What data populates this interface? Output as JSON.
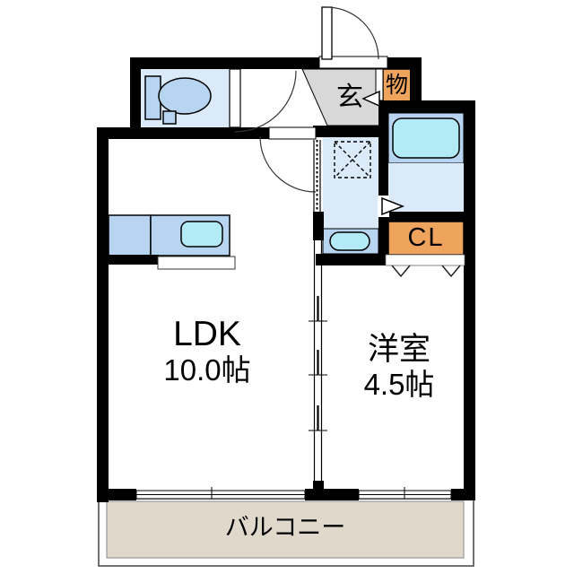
{
  "floorplan": {
    "rooms": {
      "ldk": {
        "label": "LDK",
        "size": "10.0帖"
      },
      "western_room": {
        "label": "洋室",
        "size": "4.5帖"
      },
      "balcony": {
        "label": "バルコニー"
      },
      "entrance": {
        "label": "玄"
      },
      "storage": {
        "label": "物"
      },
      "closet": {
        "label": "CL"
      }
    },
    "colors": {
      "room_blue_light": "#DAEAF8",
      "fixture_blue": "#B7D5F0",
      "water_cyan": "#B2EBF5",
      "closet_orange": "#EFA45E",
      "entrance_gray": "#D8D8D8",
      "balcony_beige": "#E1D8CC",
      "wall_black": "#000000"
    }
  }
}
